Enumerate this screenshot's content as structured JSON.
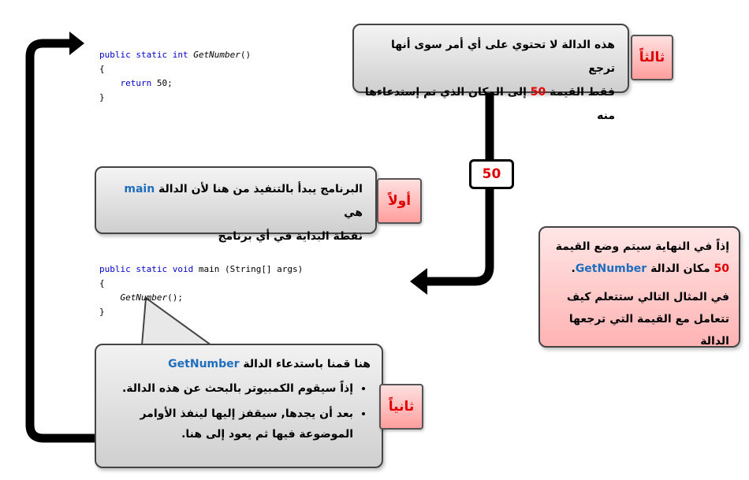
{
  "code_top": {
    "kw1": "public static int",
    "name": "GetNumber",
    "paren": "()",
    "open": "{",
    "ret_kw": "return",
    "ret_val": "50;",
    "close": "}"
  },
  "code_main": {
    "kw1": "public static void",
    "sig": "main (String[] args)",
    "open": "{",
    "call_name": "GetNumber",
    "call_rest": "();",
    "close": "}"
  },
  "callout_third": {
    "tag": "ثالثاً",
    "line1": "هذه الدالة لا تحتوي على أي أمر سوى أنها ترجع",
    "line2_pre": "فقط القيمة",
    "line2_value": "50",
    "line2_post": "إلى المكان الذي تم إستدعاءها منه"
  },
  "return_badge": "50",
  "callout_first": {
    "tag": "أولاً",
    "line1_pre": "البرنامج يبدأ بالتنفيذ من هنا لأن الدالة",
    "line1_main": "main",
    "line1_post": "هي",
    "line2": "نقطة البداية في أي برنامج"
  },
  "callout_second": {
    "tag": "ثانياً",
    "title_pre": "هنا قمنا باستدعاء الدالة",
    "title_name": "GetNumber",
    "bullet1": "إذاً سيقوم الكمبيوتر بالبحث عن هذه الدالة.",
    "bullet2": "بعد أن يجدها, سيقفز إليها لينفذ الأوامر الموضوعة فيها ثم يعود إلى هنا."
  },
  "note_box": {
    "p1_pre": "إذاً في النهاية سيتم وضع القيمة",
    "p1_value": "50",
    "p1_mid": "مكان الدالة",
    "p1_name": "GetNumber",
    "p1_end": ".",
    "p2": "في المثال التالي ستتعلم كيف تتعامل مع القيمة التي ترجعها الدالة"
  },
  "colors": {
    "keyword": "#0000c8",
    "highlight_red": "#e00000",
    "highlight_blue": "#1f6ebd",
    "arrow": "#000000"
  }
}
